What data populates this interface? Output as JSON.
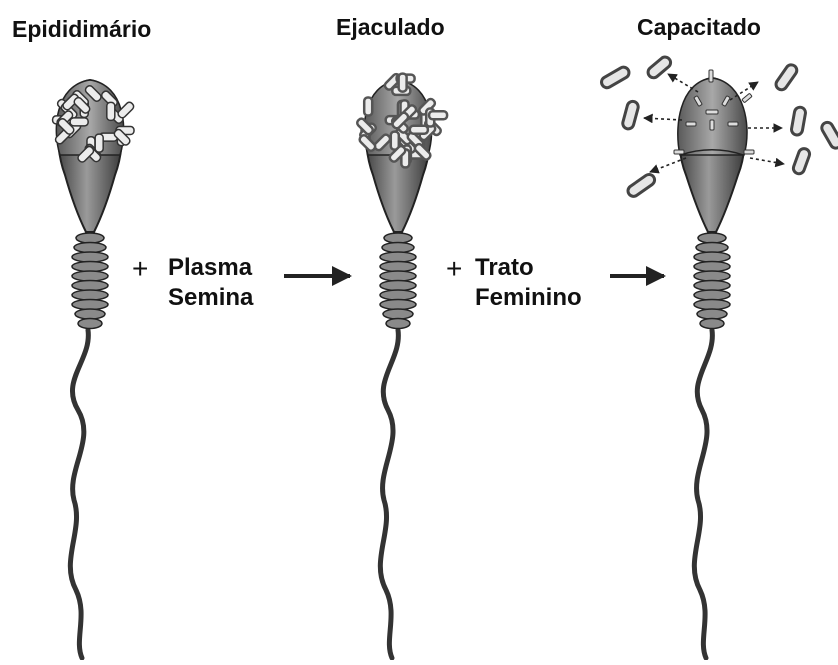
{
  "stages": [
    {
      "title": "Epididimário"
    },
    {
      "title": "Ejaculado"
    },
    {
      "title": "Capacitado"
    }
  ],
  "transitions": [
    {
      "plus": "+",
      "line1": "Plasma",
      "line2": "Semina"
    },
    {
      "plus": "+",
      "line1": "Trato",
      "line2": "Feminino"
    }
  ],
  "colors": {
    "ink": "#111111",
    "head": "#6e6e6e",
    "cap_lightest": "#9a9a9a",
    "coat_fill": "#e6e6e6",
    "coat_stroke": "#444444",
    "tail": "#333333"
  }
}
